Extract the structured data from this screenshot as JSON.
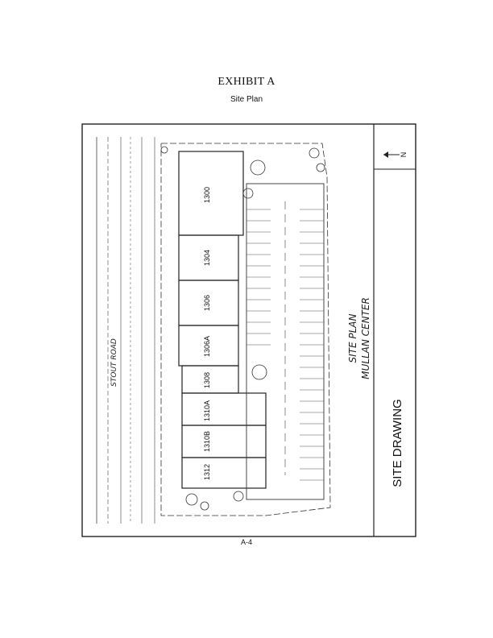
{
  "header": {
    "title": "EXHIBIT A",
    "subtitle": "Site Plan"
  },
  "plan": {
    "drawing_title": "SITE DRAWING",
    "handwritten_line1": "SITE PLAN",
    "handwritten_line2": "MULLAN CENTER",
    "road_label": "STOUT ROAD",
    "north_label": "N",
    "units": [
      "1300",
      "1304",
      "1306",
      "1306A",
      "1308",
      "1310A",
      "1310B",
      "1312"
    ]
  },
  "footer": {
    "page_number": "A-4"
  }
}
